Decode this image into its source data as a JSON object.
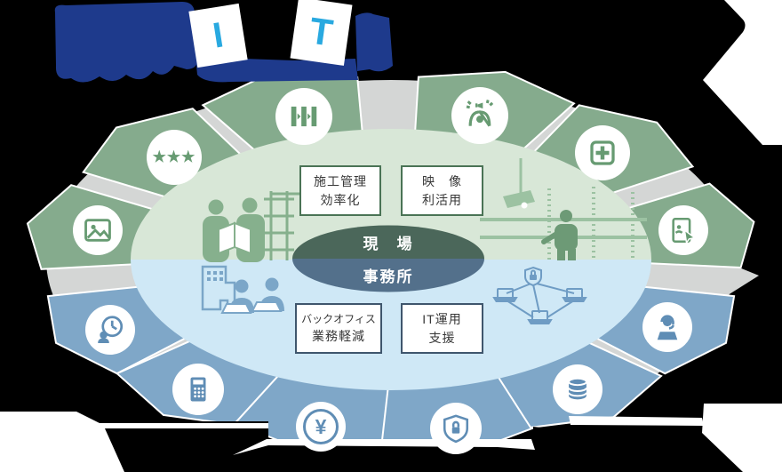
{
  "title": {
    "it_cards": {
      "letters": [
        "I",
        "T"
      ]
    }
  },
  "center_ellipse": {
    "site_label": "現　場",
    "office_label": "事務所"
  },
  "solution_labels": {
    "construction_management": {
      "line1": "施工管理",
      "line2": "効率化"
    },
    "video_utilization": {
      "line1": "映　像",
      "line2": "利活用"
    },
    "back_office": {
      "line1": "バックオフィス",
      "line2": "業務軽減"
    },
    "it_operation": {
      "line1": "IT運用",
      "line2": "支援"
    }
  },
  "icon_glyph_text": {
    "stars": "★★★",
    "yen": "¥"
  },
  "icons": {
    "site_side": [
      "photo-icon",
      "three-stars-icon",
      "barricade-icon",
      "intruder-alert-icon",
      "first-aid-icon",
      "tablet-touch-icon"
    ],
    "office_side": [
      "clock-attendance-icon",
      "calculator-icon",
      "yen-icon",
      "shield-lock-icon",
      "database-icon",
      "headset-support-icon"
    ]
  },
  "colors": {
    "bg": "#000000",
    "navy": "#1e3a8c",
    "cyan": "#29a9e0",
    "green-wedge": "#85ab8d",
    "green-icon": "#679b72",
    "green-half": "#d8e7d7",
    "green-dark": "#4b675a",
    "green-sil": "#86b08d",
    "green-sil-light": "#9cc2a2",
    "green-sil-dark": "#6d9a76",
    "blue-wedge": "#7fa7c8",
    "blue-icon": "#5f8db5",
    "blue-half": "#cfe8f6",
    "blue-sil": "#7ba6c8",
    "slate": "#53708b",
    "gray-wedge": "#d4d6d5",
    "box-border-green": "#4a7355",
    "box-border-blue": "#3f566d"
  }
}
